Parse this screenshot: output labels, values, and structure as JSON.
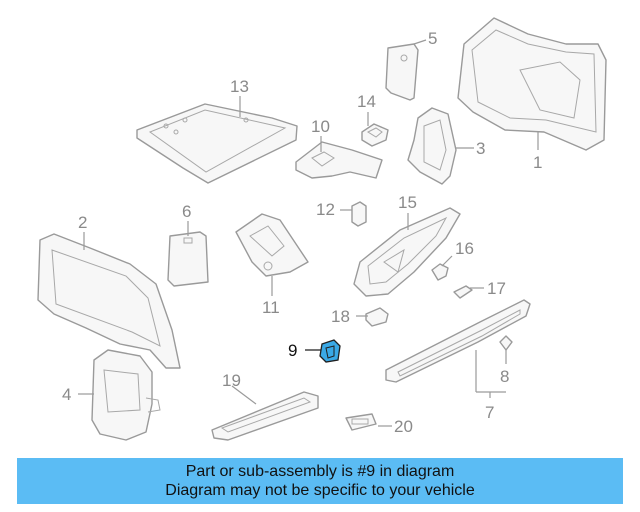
{
  "callouts": {
    "p1": "1",
    "p2": "2",
    "p3": "3",
    "p4": "4",
    "p5": "5",
    "p6": "6",
    "p7": "7",
    "p8": "8",
    "p9": "9",
    "p10": "10",
    "p11": "11",
    "p12": "12",
    "p13": "13",
    "p14": "14",
    "p15": "15",
    "p16": "16",
    "p17": "17",
    "p18": "18",
    "p19": "19",
    "p20": "20"
  },
  "highlight": {
    "part": "9",
    "color": "#3aa9e6"
  },
  "banner": {
    "line1": "Part or sub-assembly is #9 in diagram",
    "line2": "Diagram may not be specific to your vehicle",
    "background": "#5bbcf4"
  }
}
